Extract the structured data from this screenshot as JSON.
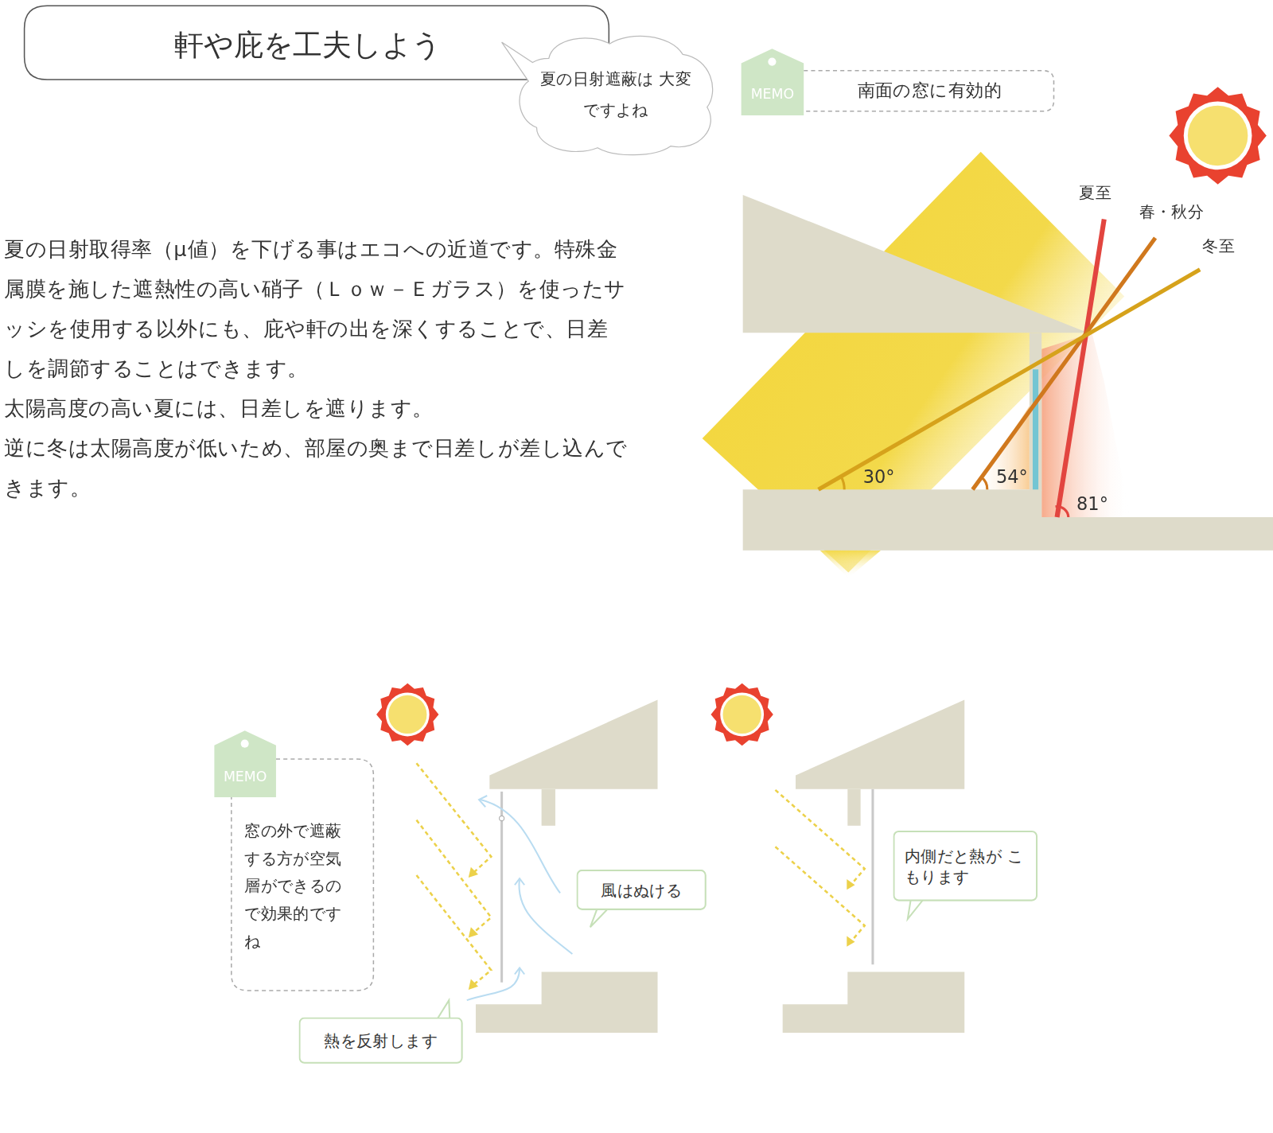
{
  "diagram": {
    "title": "軒や庇を工夫しよう",
    "nodes": [
      {
        "text": [
          "夏の日射遮蔽は 大変ですよね"
        ]
      },
      {
        "text": [
          "MEMO"
        ]
      },
      {
        "text": [
          "南面の窓に有効的"
        ]
      },
      {
        "text": [
          "MEMO"
        ]
      },
      {
        "text": [
          "窓の外で遮蔽する方が空気層ができるので効果的ですね"
        ]
      },
      {
        "text": [
          "風はぬける"
        ]
      },
      {
        "text": [
          "熱を反射します"
        ]
      },
      {
        "text": [
          "内側だと熱が こもります"
        ]
      }
    ],
    "labels": [
      "夏の日射取得率（μ値）を下げる事はエコへの近道です。特殊金属膜を施した遮熱性の高い硝子（Ｌｏｗ－Ｅガラス）を使ったサッシを使用する以外にも、庇や軒の出を深くすることで、日差しを調節することはできます。",
      "太陽高度の高い夏には、日差しを遮ります。",
      "逆に冬は太陽高度が低いため、部屋の奥まで日差しが差し込んできます。",
      "夏至",
      "春・秋分",
      "冬至",
      "30°",
      "54°",
      "81°"
    ]
  }
}
